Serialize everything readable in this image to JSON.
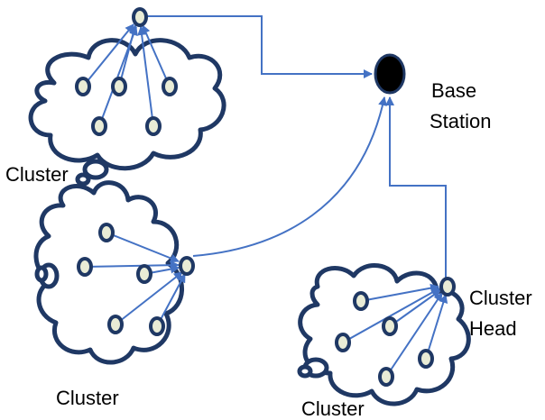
{
  "labels": {
    "base_station_line1": "Base",
    "base_station_line2": "Station",
    "cluster_top": "Cluster",
    "cluster_left": "Cluster",
    "cluster_bottom": "Cluster",
    "cluster_head_line1": "Cluster",
    "cluster_head_line2": "Head"
  },
  "colors": {
    "cloud_outline": "#1f3864",
    "arrow": "#4472c4",
    "node_fill": "#e9ecd6",
    "base_station": "#000000"
  }
}
